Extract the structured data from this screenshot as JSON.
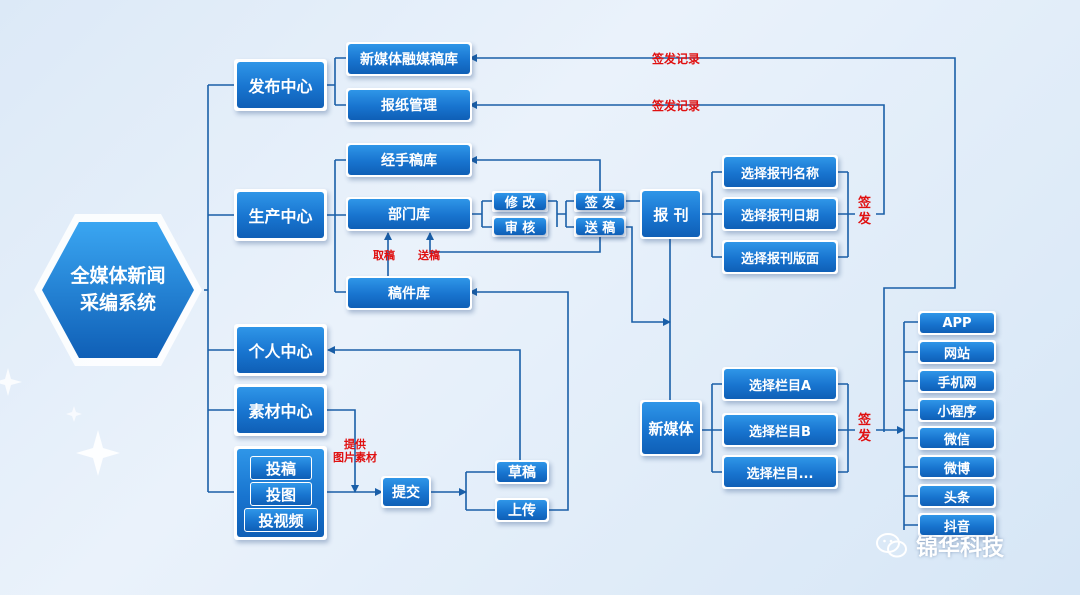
{
  "core": {
    "line1": "全媒体新闻",
    "line2": "采编系统"
  },
  "centers": {
    "publish": "发布中心",
    "production": "生产中心",
    "personal": "个人中心",
    "material": "素材中心"
  },
  "submit_options": [
    "投稿",
    "投图",
    "投视频"
  ],
  "publish_items": {
    "newmedia_lib": "新媒体融媒稿库",
    "newspaper_mgmt": "报纸管理"
  },
  "production_items": {
    "handled": "经手稿库",
    "department": "部门库",
    "manuscript": "稿件库"
  },
  "actions": {
    "edit": "修 改",
    "review": "审 核",
    "sign": "签 发",
    "send": "送 稿"
  },
  "flow_labels": {
    "take": "取稿",
    "send": "送稿",
    "provide": "提供\n图片素材",
    "sign_record_1": "签发记录",
    "sign_record_2": "签发记录",
    "sign_newspaper": "签\n发",
    "sign_newmedia": "签\n发"
  },
  "submit_node": "提交",
  "draft": "草稿",
  "upload": "上传",
  "newspaper": {
    "label": "报 刊",
    "options": [
      "选择报刊名称",
      "选择报刊日期",
      "选择报刊版面"
    ]
  },
  "newmedia": {
    "label": "新媒体",
    "options": [
      "选择栏目A",
      "选择栏目B",
      "选择栏目..."
    ]
  },
  "channels": [
    "APP",
    "网站",
    "手机网",
    "小程序",
    "微信",
    "微博",
    "头条",
    "抖音"
  ],
  "watermark": "锦华科技",
  "colors": {
    "box_blue": "#1874cf",
    "line_blue": "#1a5fa8",
    "label_red": "#e01010"
  }
}
